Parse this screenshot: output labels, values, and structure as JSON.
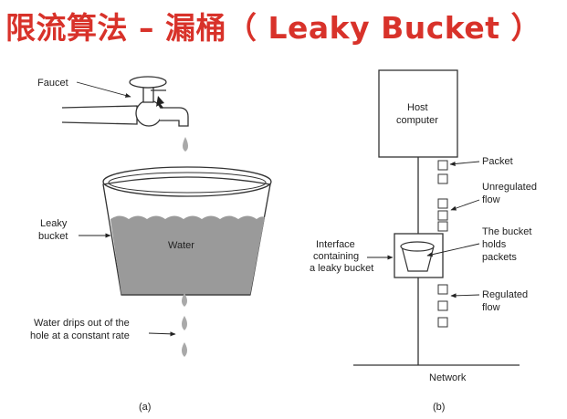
{
  "title": "限流算法 – 漏桶（ Leaky Bucket ）",
  "colors": {
    "title": "#d8322a",
    "water": "#9a9a9a",
    "line": "#333333"
  },
  "panel_a": {
    "faucet_label": "Faucet",
    "bucket_label": [
      "Leaky",
      "bucket"
    ],
    "water_label": "Water",
    "drips_label": [
      "Water drips out of the",
      "hole at a constant rate"
    ],
    "caption": "(a)"
  },
  "panel_b": {
    "host_label": [
      "Host",
      "computer"
    ],
    "packet_label": "Packet",
    "unregulated_label": [
      "Unregulated",
      "flow"
    ],
    "bucket_holds_label": [
      "The bucket",
      "holds",
      "packets"
    ],
    "interface_label": [
      "Interface",
      "containing",
      "a leaky bucket"
    ],
    "regulated_label": [
      "Regulated",
      "flow"
    ],
    "network_label": "Network",
    "caption": "(b)"
  }
}
